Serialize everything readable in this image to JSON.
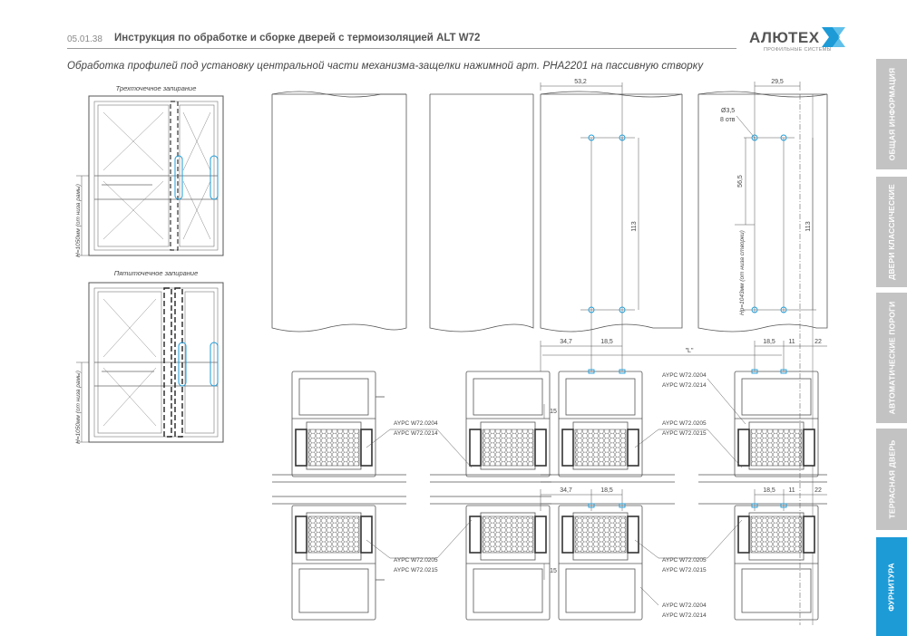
{
  "header": {
    "page_code": "05.01.38",
    "title": "Инструкция по обработке и сборке дверей с термоизоляцией ALT W72"
  },
  "logo": {
    "name": "АЛЮТЕХ",
    "tagline": "ПРОФИЛЬНЫЕ СИСТЕМЫ"
  },
  "subtitle": "Обработка профилей под установку центральной части механизма-защелки нажимной арт. PHA2201 на пассивную створку",
  "drawings": {
    "three_point_title": "Трехточечное запирание",
    "five_point_title": "Пятиточечное запирание",
    "height_label": "H=1050мм (от низа рамы)",
    "height_label_2": "Hp=1043мм (от низа створки)",
    "dim_53_2": "53,2",
    "dim_29_5": "29,5",
    "dim_113": "113",
    "dim_56_5": "56,5",
    "hole_diameter": "Ø3,5",
    "hole_count": "8 отв",
    "dim_34_7": "34,7",
    "dim_18_5": "18,5",
    "dim_11": "11",
    "dim_22": "22",
    "dim_15": "15",
    "dim_L": "\"L\"",
    "profile_a": "AYPC W72.0204",
    "profile_b": "AYPC W72.0214",
    "profile_c": "AYPC W72.0205",
    "profile_d": "AYPC W72.0215"
  },
  "sidebar": {
    "tabs": [
      {
        "label": "ОБЩАЯ ИНФОРМАЦИЯ",
        "active": false
      },
      {
        "label": "ДВЕРИ КЛАССИЧЕСКИЕ",
        "active": false
      },
      {
        "label": "АВТОМАТИЧЕСКИЕ ПОРОГИ",
        "active": false
      },
      {
        "label": "ТЕРРАСНАЯ ДВЕРЬ",
        "active": false
      },
      {
        "label": "ФУРНИТУРА",
        "active": true
      }
    ]
  },
  "colors": {
    "accent": "#1c9bd7",
    "tab_inactive": "#c3c3c3",
    "line": "#555555"
  }
}
